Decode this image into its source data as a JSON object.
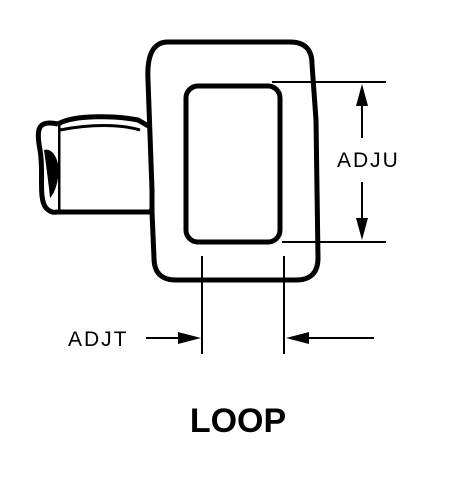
{
  "diagram": {
    "title": "LOOP",
    "labels": {
      "height_dimension": "ADJU",
      "width_dimension": "ADJT"
    },
    "colors": {
      "ink": "#000000",
      "paper": "#ffffff"
    }
  }
}
